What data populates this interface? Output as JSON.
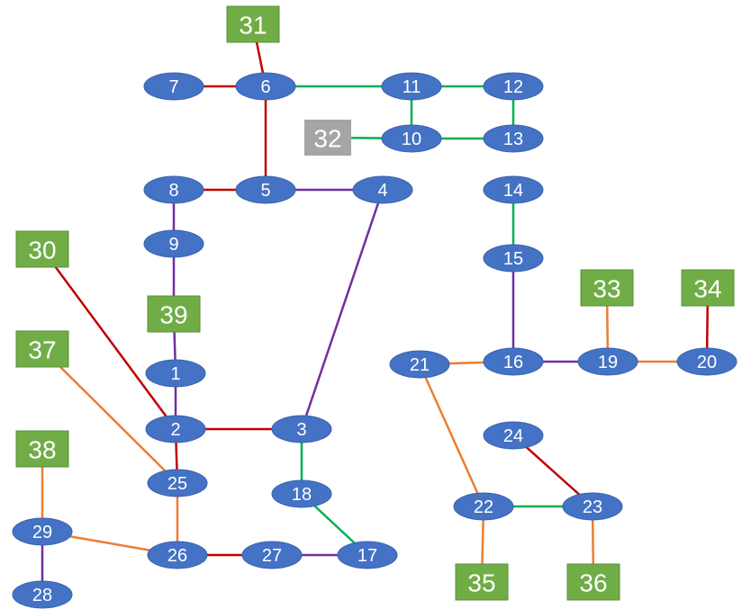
{
  "colors": {
    "bus_fill": "#4472c4",
    "bus_stroke": "#3a63ad",
    "generator_fill": "#70ad47",
    "generator_stroke": "#5a8f39",
    "other_fill": "#a5a5a5",
    "label": "#ffffff",
    "red": "#c00000",
    "green": "#00b050",
    "purple": "#7030a0",
    "orange": "#ed7d31"
  },
  "nodes": [
    {
      "id": "1",
      "label": "1",
      "kind": "bus"
    },
    {
      "id": "2",
      "label": "2",
      "kind": "bus"
    },
    {
      "id": "3",
      "label": "3",
      "kind": "bus"
    },
    {
      "id": "4",
      "label": "4",
      "kind": "bus"
    },
    {
      "id": "5",
      "label": "5",
      "kind": "bus"
    },
    {
      "id": "6",
      "label": "6",
      "kind": "bus"
    },
    {
      "id": "7",
      "label": "7",
      "kind": "bus"
    },
    {
      "id": "8",
      "label": "8",
      "kind": "bus"
    },
    {
      "id": "9",
      "label": "9",
      "kind": "bus"
    },
    {
      "id": "10",
      "label": "10",
      "kind": "bus"
    },
    {
      "id": "11",
      "label": "11",
      "kind": "bus"
    },
    {
      "id": "12",
      "label": "12",
      "kind": "bus"
    },
    {
      "id": "13",
      "label": "13",
      "kind": "bus"
    },
    {
      "id": "14",
      "label": "14",
      "kind": "bus"
    },
    {
      "id": "15",
      "label": "15",
      "kind": "bus"
    },
    {
      "id": "16",
      "label": "16",
      "kind": "bus"
    },
    {
      "id": "17",
      "label": "17",
      "kind": "bus"
    },
    {
      "id": "18",
      "label": "18",
      "kind": "bus"
    },
    {
      "id": "19",
      "label": "19",
      "kind": "bus"
    },
    {
      "id": "20",
      "label": "20",
      "kind": "bus"
    },
    {
      "id": "21",
      "label": "21",
      "kind": "bus"
    },
    {
      "id": "22",
      "label": "22",
      "kind": "bus"
    },
    {
      "id": "23",
      "label": "23",
      "kind": "bus"
    },
    {
      "id": "24",
      "label": "24",
      "kind": "bus"
    },
    {
      "id": "25",
      "label": "25",
      "kind": "bus"
    },
    {
      "id": "26",
      "label": "26",
      "kind": "bus"
    },
    {
      "id": "27",
      "label": "27",
      "kind": "bus"
    },
    {
      "id": "28",
      "label": "28",
      "kind": "bus"
    },
    {
      "id": "29",
      "label": "29",
      "kind": "bus"
    },
    {
      "id": "30",
      "label": "30",
      "kind": "generator"
    },
    {
      "id": "31",
      "label": "31",
      "kind": "generator"
    },
    {
      "id": "32",
      "label": "32",
      "kind": "other"
    },
    {
      "id": "33",
      "label": "33",
      "kind": "generator"
    },
    {
      "id": "34",
      "label": "34",
      "kind": "generator"
    },
    {
      "id": "35",
      "label": "35",
      "kind": "generator"
    },
    {
      "id": "36",
      "label": "36",
      "kind": "generator"
    },
    {
      "id": "37",
      "label": "37",
      "kind": "generator"
    },
    {
      "id": "38",
      "label": "38",
      "kind": "generator"
    },
    {
      "id": "39",
      "label": "39",
      "kind": "generator"
    }
  ],
  "edges": [
    {
      "from": "31",
      "to": "6",
      "color": "red"
    },
    {
      "from": "7",
      "to": "6",
      "color": "red"
    },
    {
      "from": "6",
      "to": "11",
      "color": "green"
    },
    {
      "from": "11",
      "to": "12",
      "color": "green"
    },
    {
      "from": "11",
      "to": "10",
      "color": "green"
    },
    {
      "from": "12",
      "to": "13",
      "color": "green"
    },
    {
      "from": "32",
      "to": "10",
      "color": "green"
    },
    {
      "from": "10",
      "to": "13",
      "color": "green"
    },
    {
      "from": "6",
      "to": "5",
      "color": "red"
    },
    {
      "from": "8",
      "to": "5",
      "color": "red"
    },
    {
      "from": "5",
      "to": "4",
      "color": "purple"
    },
    {
      "from": "8",
      "to": "9",
      "color": "purple"
    },
    {
      "from": "9",
      "to": "39",
      "color": "purple"
    },
    {
      "from": "39",
      "to": "1",
      "color": "purple"
    },
    {
      "from": "1",
      "to": "2",
      "color": "purple"
    },
    {
      "from": "30",
      "to": "2",
      "color": "red"
    },
    {
      "from": "2",
      "to": "3",
      "color": "red"
    },
    {
      "from": "4",
      "to": "3",
      "color": "purple"
    },
    {
      "from": "2",
      "to": "25",
      "color": "red"
    },
    {
      "from": "37",
      "to": "25",
      "color": "orange"
    },
    {
      "from": "3",
      "to": "18",
      "color": "green"
    },
    {
      "from": "18",
      "to": "17",
      "color": "green"
    },
    {
      "from": "25",
      "to": "26",
      "color": "orange"
    },
    {
      "from": "26",
      "to": "27",
      "color": "red"
    },
    {
      "from": "27",
      "to": "17",
      "color": "purple"
    },
    {
      "from": "38",
      "to": "29",
      "color": "orange"
    },
    {
      "from": "29",
      "to": "26",
      "color": "orange"
    },
    {
      "from": "29",
      "to": "28",
      "color": "purple"
    },
    {
      "from": "14",
      "to": "15",
      "color": "green"
    },
    {
      "from": "15",
      "to": "16",
      "color": "purple"
    },
    {
      "from": "21",
      "to": "16",
      "color": "orange"
    },
    {
      "from": "16",
      "to": "19",
      "color": "purple"
    },
    {
      "from": "33",
      "to": "19",
      "color": "orange"
    },
    {
      "from": "19",
      "to": "20",
      "color": "orange"
    },
    {
      "from": "34",
      "to": "20",
      "color": "red"
    },
    {
      "from": "21",
      "to": "22",
      "color": "orange"
    },
    {
      "from": "22",
      "to": "23",
      "color": "green"
    },
    {
      "from": "24",
      "to": "23",
      "color": "red"
    },
    {
      "from": "22",
      "to": "35",
      "color": "orange"
    },
    {
      "from": "23",
      "to": "36",
      "color": "orange"
    }
  ]
}
